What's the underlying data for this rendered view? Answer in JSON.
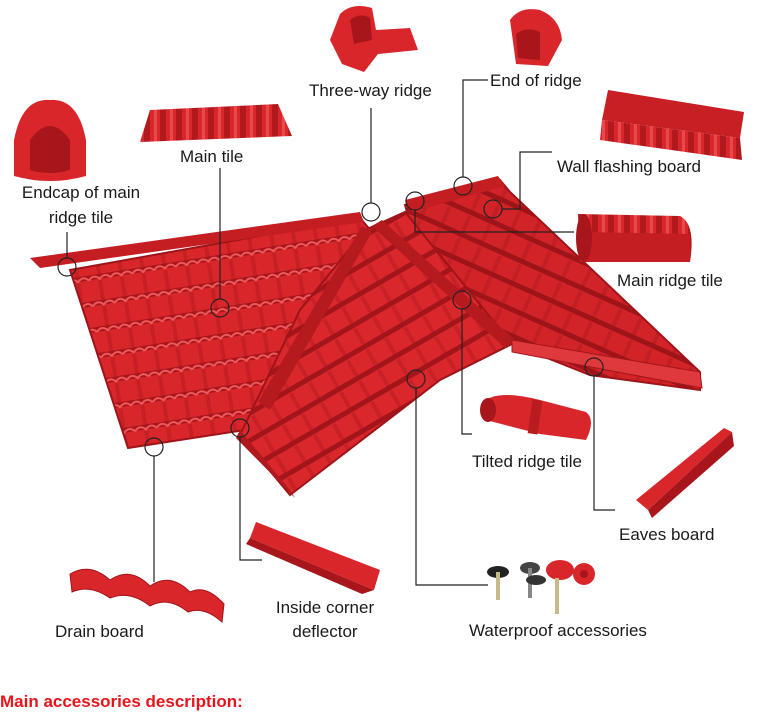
{
  "labels": {
    "three_way_ridge": "Three-way ridge",
    "end_of_ridge": "End of ridge",
    "main_tile": "Main tile",
    "endcap_line1": "Endcap of main",
    "endcap_line2": "ridge tile",
    "wall_flashing_board": "Wall flashing board",
    "main_ridge_tile": "Main ridge tile",
    "tilted_ridge_tile": "Tilted ridge tile",
    "eaves_board": "Eaves board",
    "drain_board": "Drain board",
    "inside_corner_line1": "Inside corner",
    "inside_corner_line2": "deflector",
    "waterproof_accessories": "Waterproof accessories"
  },
  "footer": {
    "title": "Main accessories description:"
  },
  "colors": {
    "tile_red": "#d8262b",
    "tile_dark": "#a8161b",
    "tile_light": "#ef5a5c",
    "callout_line": "#222222",
    "footer_text": "#e8141b"
  }
}
